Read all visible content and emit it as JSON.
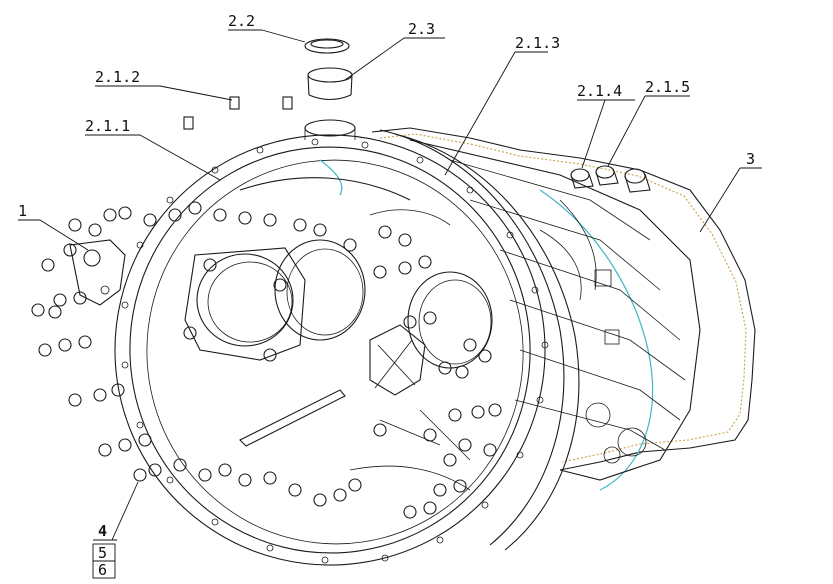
{
  "diagram": {
    "labels": {
      "l_2_2": "2.2",
      "l_2_3": "2.3",
      "l_2_1_2": "2.1.2",
      "l_2_1_3": "2.1.3",
      "l_2_1_4": "2.1.4",
      "l_2_1_5": "2.1.5",
      "l_2_1_1": "2.1.1",
      "l_3": "3",
      "l_1": "1",
      "l_4": "4",
      "l_5": "5",
      "l_6": "6"
    },
    "colors": {
      "ink": "#1a1a1a",
      "gasket_dots": "#c9a14a",
      "highlight_edge": "#3fb6c8",
      "background": "#ffffff"
    }
  }
}
